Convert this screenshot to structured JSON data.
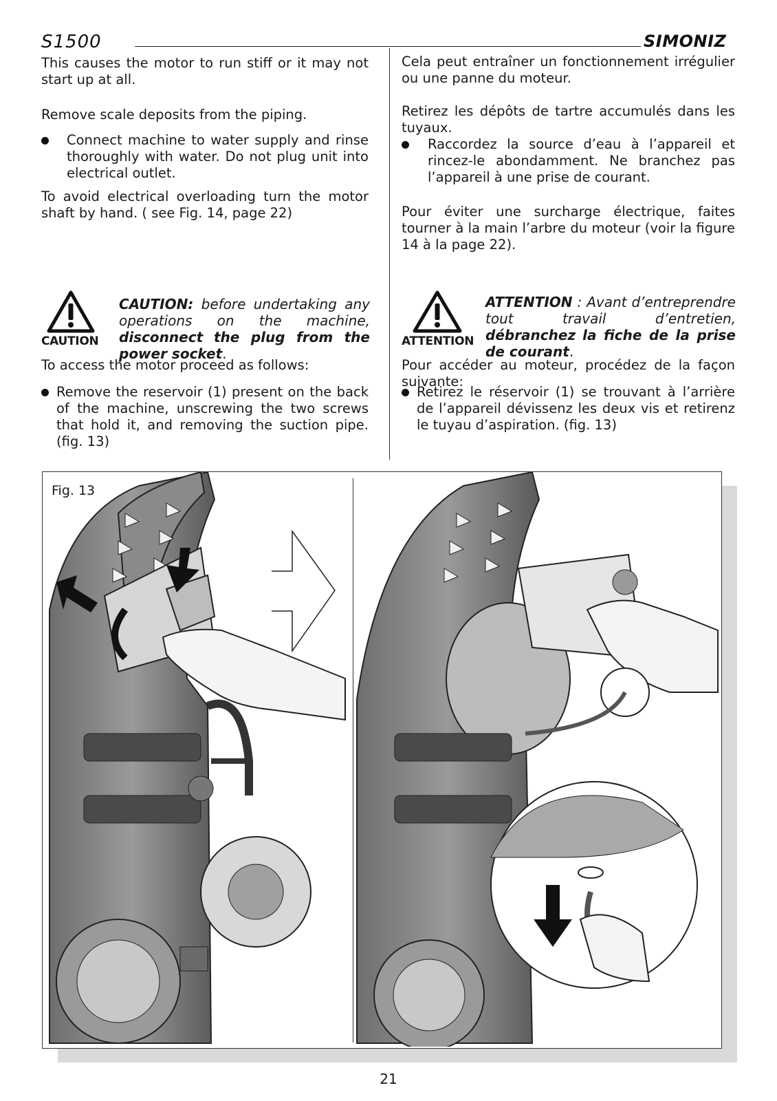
{
  "header": {
    "model": "S1500",
    "brand": "SIMONIZ"
  },
  "english": {
    "p1": "This causes the motor to run stiff or it may not start up at all.",
    "p2": "Remove scale deposits from the piping.",
    "bullet1": "Connect machine to water supply and rinse thoroughly with water. Do not plug unit into electrical outlet.",
    "p3": "To avoid electrical overloading turn the motor shaft by hand. ( see Fig. 14, page 22)",
    "warning": {
      "label": "CAUTION",
      "lead": "CAUTION:",
      "italic": "before undertaking any operations on the machine,",
      "bold1": "disconnect",
      "bold2": "the plug from the power socket"
    },
    "p4": "To access the motor proceed as follows:",
    "bullet2": "Remove the reservoir (1) present on the back  of the machine, unscrewing the two screws that hold it, and removing the suction pipe. (fig. 13)"
  },
  "french": {
    "p1": "Cela peut entraîner un fonctionnement irrégulier ou une panne du moteur.",
    "p2": "Retirez les dépôts de tartre accumulés dans les tuyaux.",
    "bullet1": "Raccordez la source d’eau à l’appareil et rincez-le abondamment. Ne branchez pas l’appareil à une prise de courant.",
    "p3": "Pour éviter une surcharge électrique, faites tourner à la main l’arbre du moteur (voir la figure 14 à la page 22).",
    "warning": {
      "label": "ATTENTION",
      "lead": "ATTENTION",
      "italic": ": Avant d’entreprendre tout travail d’entretien,",
      "bold1": "débranchez",
      "bold2": "la fiche de la prise de courant"
    },
    "p4": "Pour accéder au moteur, procédez de la façon suivante:",
    "bullet2": "Retirez le réservoir (1) se trouvant à l’arrière de l’appareil dévissenz les deux vis et retirenz le tuyau d’aspiration. (fig. 13)"
  },
  "figure": {
    "label": "Fig. 13"
  },
  "footer": {
    "page_number": "21"
  }
}
